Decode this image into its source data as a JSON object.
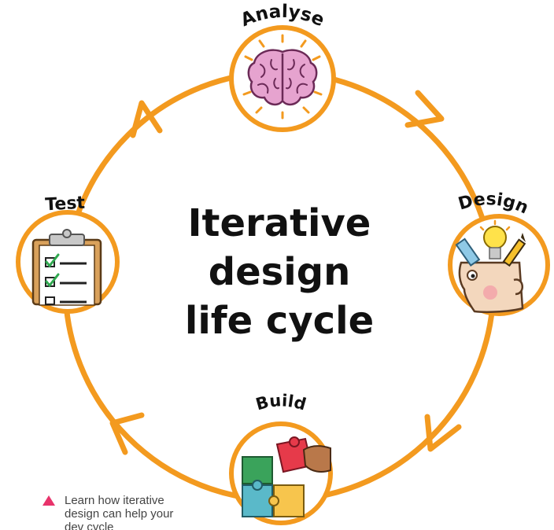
{
  "title": {
    "line1": "Iterative",
    "line2": "design",
    "line3": "life cycle"
  },
  "stages": {
    "analyse": {
      "label": "Analyse",
      "icon": "brain-icon"
    },
    "design": {
      "label": "Design",
      "icon": "head-ideas-icon"
    },
    "build": {
      "label": "Build",
      "icon": "puzzle-icon"
    },
    "test": {
      "label": "Test",
      "icon": "clipboard-checklist-icon"
    }
  },
  "caption": {
    "line1": "Learn how iterative",
    "line2": "design can help your",
    "line3": "dev cycle"
  },
  "colors": {
    "accent": "#f39a1f",
    "caption_marker": "#e8336b",
    "brain": "#e6a3cf",
    "text": "#111111"
  }
}
